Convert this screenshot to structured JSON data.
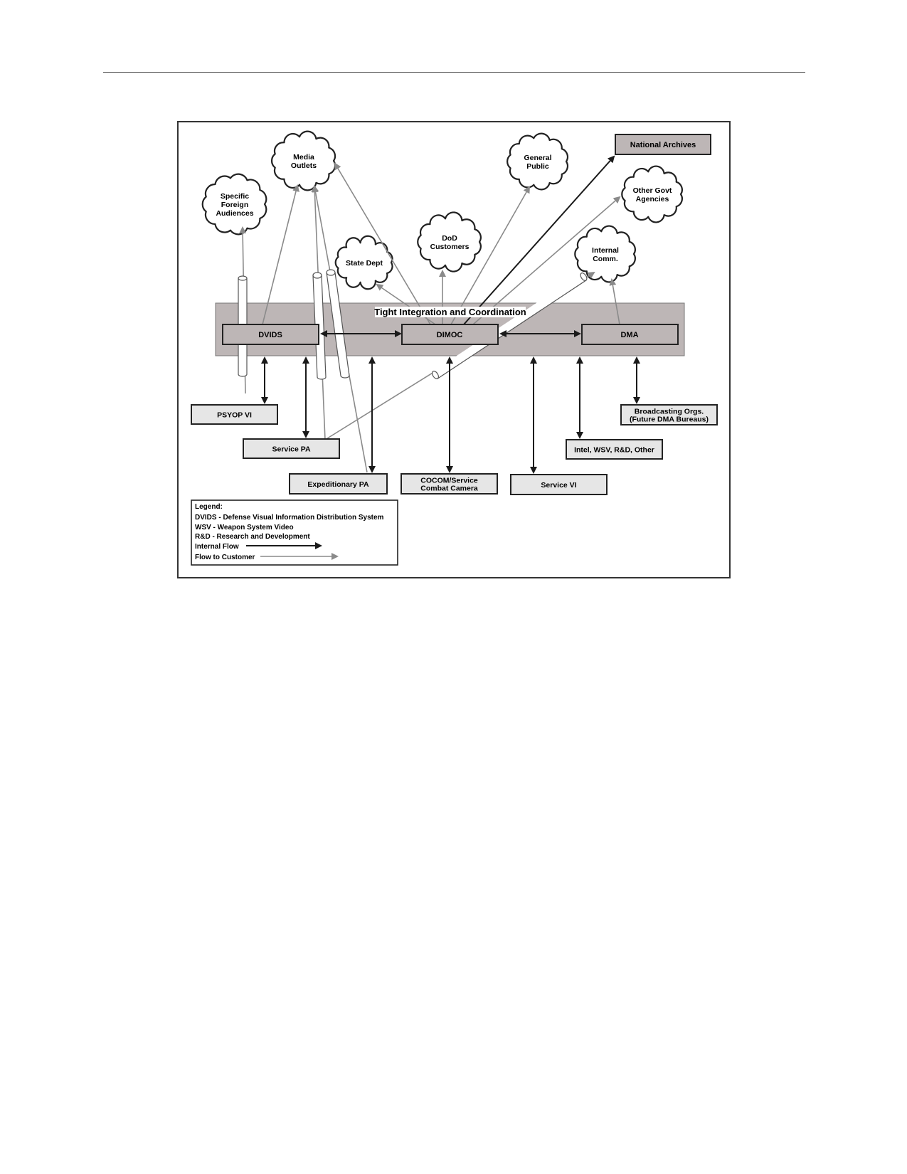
{
  "band": {
    "title": "Tight Integration and Coordination"
  },
  "hubs": {
    "dvids": "DVIDS",
    "dimoc": "DIMOC",
    "dma": "DMA"
  },
  "targets": {
    "national_archives": "National Archives"
  },
  "clouds": {
    "specific_foreign_audiences": [
      "Specific",
      "Foreign",
      "Audiences"
    ],
    "media_outlets": [
      "Media",
      "Outlets"
    ],
    "state_dept": [
      "State Dept"
    ],
    "dod_customers": [
      "DoD",
      "Customers"
    ],
    "general_public": [
      "General",
      "Public"
    ],
    "other_govt_agencies": [
      "Other Govt",
      "Agencies"
    ],
    "internal_comm": [
      "Internal",
      "Comm."
    ]
  },
  "sources": {
    "psyop_vi": [
      "PSYOP VI"
    ],
    "service_pa": [
      "Service PA"
    ],
    "expeditionary_pa": [
      "Expeditionary PA"
    ],
    "cocom_combat_camera": [
      "COCOM/Service",
      "Combat Camera"
    ],
    "service_vi": [
      "Service VI"
    ],
    "intel_wsv": [
      "Intel, WSV, R&D, Other"
    ],
    "broadcasting_orgs": [
      "Broadcasting Orgs.",
      "(Future DMA Bureaus)"
    ]
  },
  "legend": {
    "title": "Legend:",
    "entries": [
      "DVIDS - Defense Visual Information Distribution System",
      "WSV - Weapon System Video",
      "R&D - Research and Development"
    ],
    "internal_flow": "Internal Flow",
    "flow_to_customer": "Flow to Customer"
  },
  "colors": {
    "internal_flow": "#1a1a1a",
    "customer_flow": "#8a8a8a",
    "band_fill": "#bdb6b6",
    "hub_fill": "#bdb6b6",
    "source_fill": "#e6e6e6"
  }
}
